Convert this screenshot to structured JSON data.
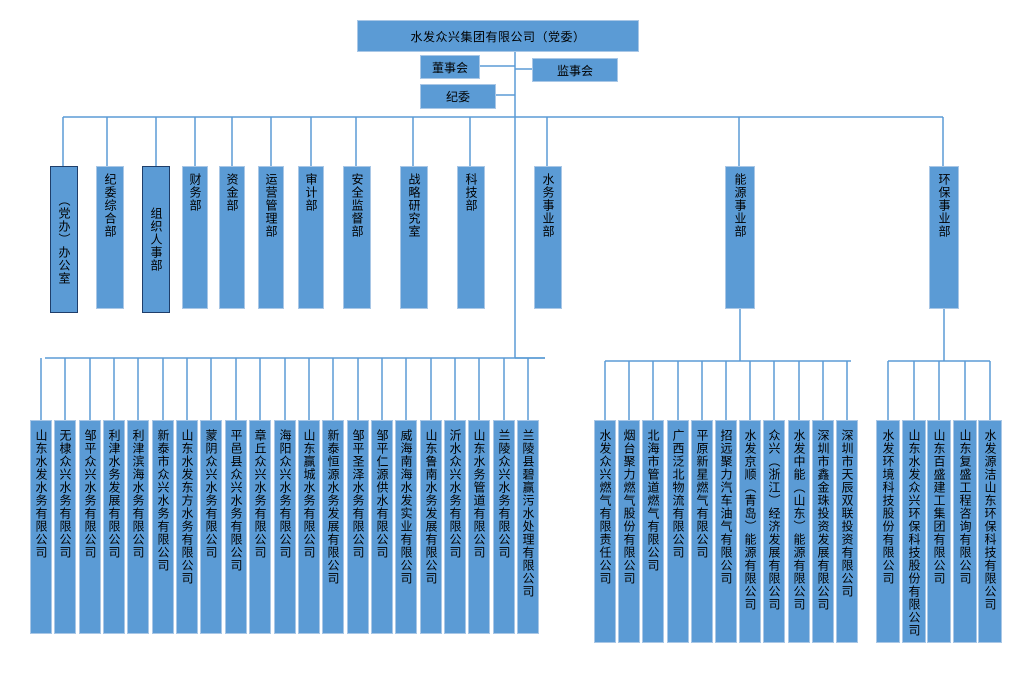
{
  "top": {
    "group": "水发众兴集团有限公司（党委）",
    "board": "董事会",
    "supervisors": "监事会",
    "discipline": "纪委"
  },
  "departments": [
    "（党办）办公室",
    "纪委综合部",
    "组织人事部",
    "财务部",
    "资金部",
    "运营管理部",
    "审计部",
    "安全监督部",
    "战略研究室",
    "科技部",
    "水务事业部",
    "能源事业部",
    "环保事业部"
  ],
  "water_companies": [
    "山东水发水务有限公司",
    "无棣众兴水务有限公司",
    "邹平众兴水务有限公司",
    "利津水务发展有限公司",
    "利津滨海水务有限公司",
    "新泰市众兴水务有限公司",
    "山东水发东方水务有限公司",
    "蒙阴众兴水务有限公司",
    "平邑县众兴水务有限公司",
    "章丘众兴水务有限公司",
    "海阳众兴水务有限公司",
    "山东赢城水务有限公司",
    "新泰恒源水务发展有限公司",
    "邹平圣泽水务有限公司",
    "邹平仁源供水有限公司",
    "威海南海水发实业有限公司",
    "山东鲁南水务发展有限公司",
    "沂水众兴水务有限公司",
    "山东水务管道有限公司",
    "兰陵众兴水务有限公司",
    "兰陵县碧赢污水处理有限公司"
  ],
  "energy_companies": [
    "水发众兴燃气有限责任公司",
    "烟台聚力燃气股份有限公司",
    "北海市管道燃气有限公司",
    "广西泛北物流有限公司",
    "平原新星燃气有限公司",
    "招远聚力汽车油气有限公司",
    "水发京顺（青岛）能源有限公司",
    "众兴（浙江）经济发展有限公司",
    "水发中能（山东）能源有限公司",
    "深圳市鑫金珠投资发展有限公司",
    "深圳市天辰双联投资有限公司"
  ],
  "env_companies": [
    "水发环境科技股份有限公司",
    "山东水发众兴环保科技股份有限公司",
    "山东百盛建工集团有限公司",
    "山东复盛工程咨询有限公司",
    "水发源洁山东环保科技有限公司"
  ],
  "colors": {
    "box_fill": "#5b9bd5",
    "box_border": "#a9c7e6",
    "box_border_dark": "#1f3e6a",
    "line": "#5b9bd5"
  }
}
